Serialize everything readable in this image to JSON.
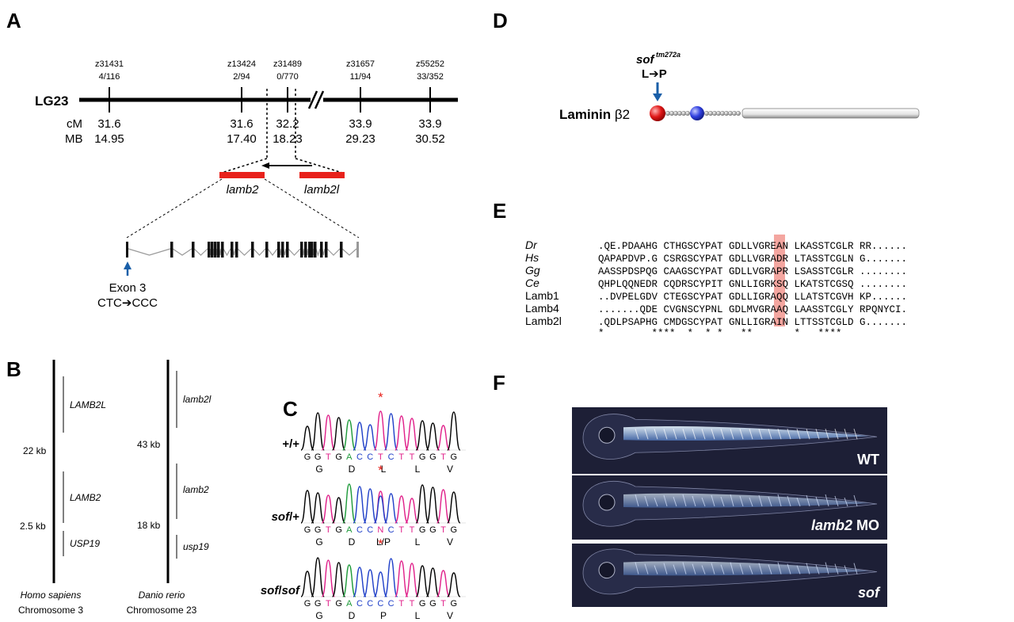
{
  "panel_letters": {
    "a": "A",
    "b": "B",
    "c": "C",
    "d": "D",
    "e": "E",
    "f": "F"
  },
  "panel_a": {
    "chromosome": "LG23",
    "cm_label": "cM",
    "mb_label": "MB",
    "markers": [
      {
        "name": "z31431",
        "ratio": "4/116",
        "cm": "31.6",
        "mb": "14.95"
      },
      {
        "name": "z13424",
        "ratio": "2/94",
        "cm": "31.6",
        "mb": "17.40"
      },
      {
        "name": "z31489",
        "ratio": "0/770",
        "cm": "32.2",
        "mb": "18.23"
      },
      {
        "name": "z31657",
        "ratio": "11/94",
        "cm": "33.9",
        "mb": "29.23"
      },
      {
        "name": "z55252",
        "ratio": "33/352",
        "cm": "33.9",
        "mb": "30.52"
      }
    ],
    "genes": [
      "lamb2",
      "lamb2l"
    ],
    "exon_label": "Exon 3",
    "mutation": "CTC➔CCC",
    "colors": {
      "gene_bar": "#e8211b",
      "arrow": "#1a5fa8"
    }
  },
  "panel_b": {
    "human": {
      "species": "Homo sapiens",
      "chromosome": "Chromosome 3",
      "genes": [
        "LAMB2L",
        "LAMB2",
        "USP19"
      ],
      "distances": [
        "22 kb",
        "2.5 kb"
      ]
    },
    "zebrafish": {
      "species": "Danio rerio",
      "chromosome": "Chromosome 23",
      "genes": [
        "lamb2l",
        "lamb2",
        "usp19"
      ],
      "distances": [
        "43 kb",
        "18 kb"
      ]
    }
  },
  "panel_c": {
    "traces": [
      {
        "genotype": "+/+",
        "bases": [
          "G",
          "G",
          "T",
          "G",
          "A",
          "C",
          "C",
          "T",
          "C",
          "T",
          "T",
          "G",
          "G",
          "T",
          "G"
        ],
        "aa": [
          "G",
          "D",
          "L",
          "L",
          "V"
        ]
      },
      {
        "genotype": "sof/+",
        "bases": [
          "G",
          "G",
          "T",
          "G",
          "A",
          "C",
          "C",
          "N",
          "C",
          "T",
          "T",
          "G",
          "G",
          "T",
          "G"
        ],
        "aa": [
          "G",
          "D",
          "L/P",
          "L",
          "V"
        ]
      },
      {
        "genotype": "sof/sof",
        "bases": [
          "G",
          "G",
          "T",
          "G",
          "A",
          "C",
          "C",
          "C",
          "C",
          "T",
          "T",
          "G",
          "G",
          "T",
          "G"
        ],
        "aa": [
          "G",
          "D",
          "P",
          "L",
          "V"
        ]
      }
    ],
    "marker": "*",
    "colors": {
      "G": "#000000",
      "T": "#e0208a",
      "A": "#1e9a3a",
      "C": "#2040c8",
      "N": "#e0208a",
      "asterisk": "#e8211b"
    }
  },
  "panel_d": {
    "allele_italic": "sof",
    "allele_sup": "tm272a",
    "change": "L➔P",
    "protein_name": "Laminin",
    "protein_suffix": "β2"
  },
  "panel_e": {
    "alignment": [
      {
        "species": "Dr",
        "italic": true,
        "seq": ".QE.PDAAHG CTHGSCYPAT GDLLVGREAN LKASSTCGLR RR......"
      },
      {
        "species": "Hs",
        "italic": true,
        "seq": "QAPAPDVP.G CSRGSCYPAT GDLLVGRADR LTASSTCGLN G......."
      },
      {
        "species": "Gg",
        "italic": true,
        "seq": "AASSPDSPQG CAAGSCYPAT GDLLVGRAPR LSASSTCGLR ........"
      },
      {
        "species": "Ce",
        "italic": true,
        "seq": "QHPLQQNEDR CQDRSCYPIT GNLLIGRKSQ LKATSTCGSQ ........"
      },
      {
        "species": "Lamb1",
        "italic": false,
        "seq": "..DVPELGDV CTEGSCYPAT GDLLIGRAQQ LLATSTCGVH KP......"
      },
      {
        "species": "Lamb4",
        "italic": false,
        "seq": ".......QDE CVGNSCYPNL GDLMVGRAAQ LAASSTCGLY RPQNYCI."
      },
      {
        "species": "Lamb2l",
        "italic": false,
        "seq": ".QDLPSAPHG CMDGSCYPAT GNLLIGRAIN LTTSSTCGLD G......."
      }
    ],
    "conservation": "*        ****  *  * *   **       *   ****",
    "highlight_color": "#f08880"
  },
  "panel_f": {
    "labels": [
      "WT",
      "lamb2 MO",
      "sof"
    ]
  }
}
